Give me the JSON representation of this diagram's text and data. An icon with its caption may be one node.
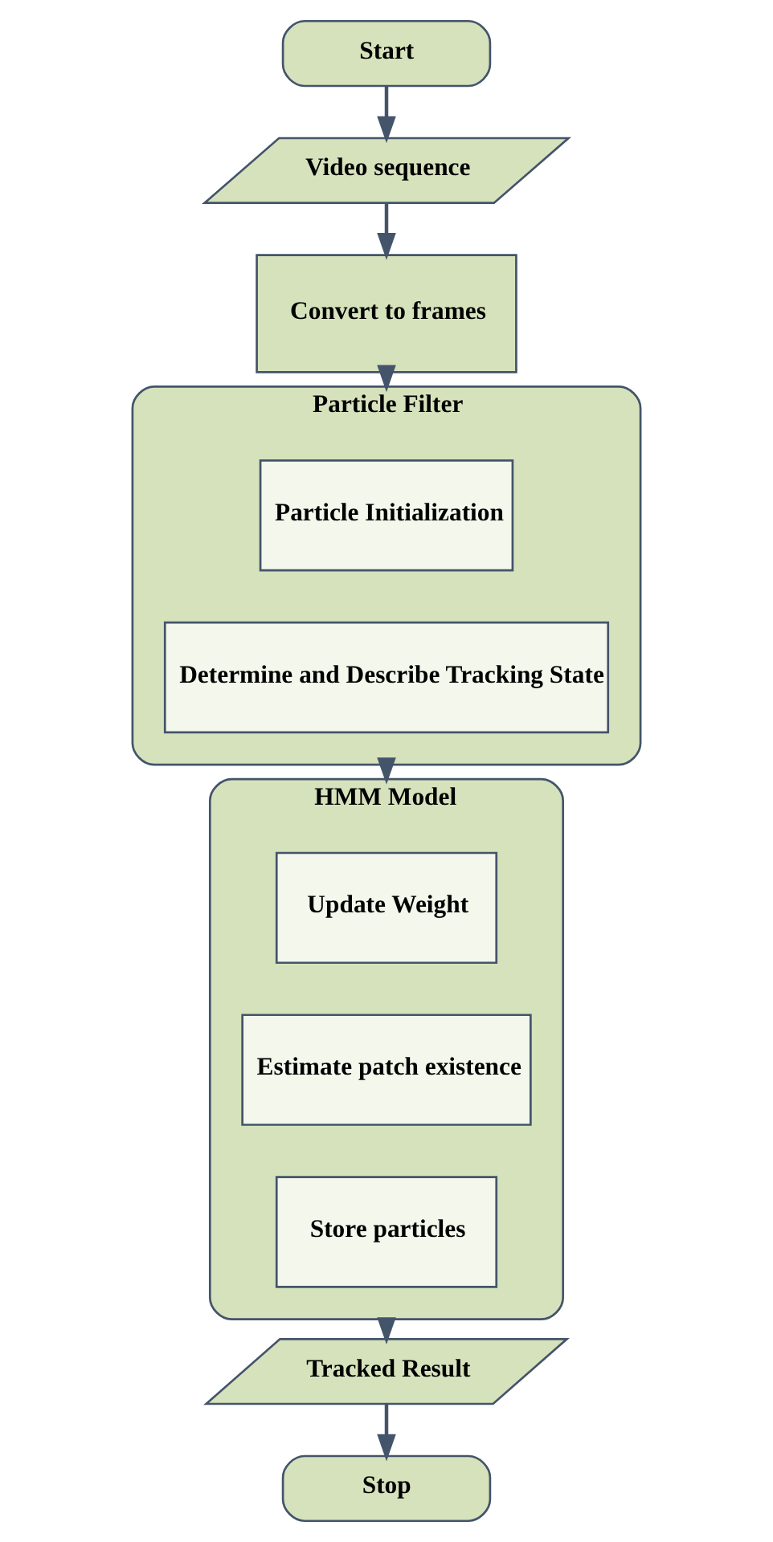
{
  "diagram": {
    "nodes": [
      {
        "text": [
          "Start"
        ]
      },
      {
        "text": [
          "Video sequence"
        ]
      },
      {
        "text": [
          "Convert to frames"
        ]
      },
      {
        "text": [
          "Particle Filter"
        ]
      },
      {
        "text": [
          "Particle Initialization"
        ],
        "in": 3
      },
      {
        "text": [
          "Determine and Describe Tracking State"
        ],
        "in": 3
      },
      {
        "text": [
          "HMM Model"
        ]
      },
      {
        "text": [
          "Update Weight"
        ],
        "in": 6
      },
      {
        "text": [
          "Estimate patch existence"
        ],
        "in": 6
      },
      {
        "text": [
          "Store particles"
        ],
        "in": 6
      },
      {
        "text": [
          "Tracked Result"
        ]
      },
      {
        "text": [
          "Stop"
        ]
      }
    ],
    "edges": [
      {
        "from": 0,
        "to": 1,
        "arrow": "to"
      },
      {
        "from": 1,
        "to": 2,
        "arrow": "to"
      },
      {
        "from": 2,
        "to": 3,
        "arrow": "to"
      },
      {
        "from": 3,
        "to": 6,
        "arrow": "to"
      },
      {
        "from": 6,
        "to": 10,
        "arrow": "to"
      },
      {
        "from": 10,
        "to": 11,
        "arrow": "to"
      }
    ]
  }
}
